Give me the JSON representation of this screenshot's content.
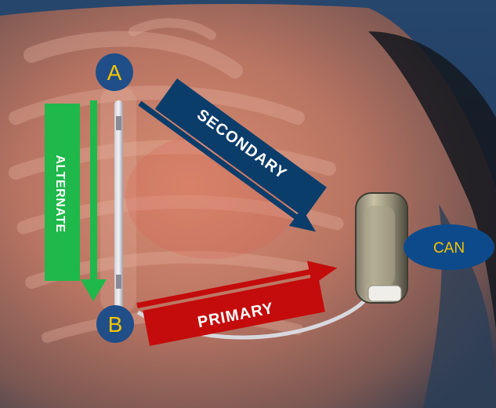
{
  "labels": {
    "electrode_a": "A",
    "electrode_b": "B",
    "can": "CAN",
    "secondary": "SECONDARY",
    "primary": "PRIMARY",
    "alternate": "ALTERNATE"
  },
  "colors": {
    "background": "#1e3b60",
    "electrode_circle": "#1f4e88",
    "electrode_text": "#f7c400",
    "can_badge": "#0d4a8c",
    "can_text": "#f7c400",
    "secondary_arrow": "#0b3d6b",
    "primary_arrow": "#c40c0c",
    "alternate_arrow": "#1fb84a",
    "arrow_text": "#ffffff"
  }
}
